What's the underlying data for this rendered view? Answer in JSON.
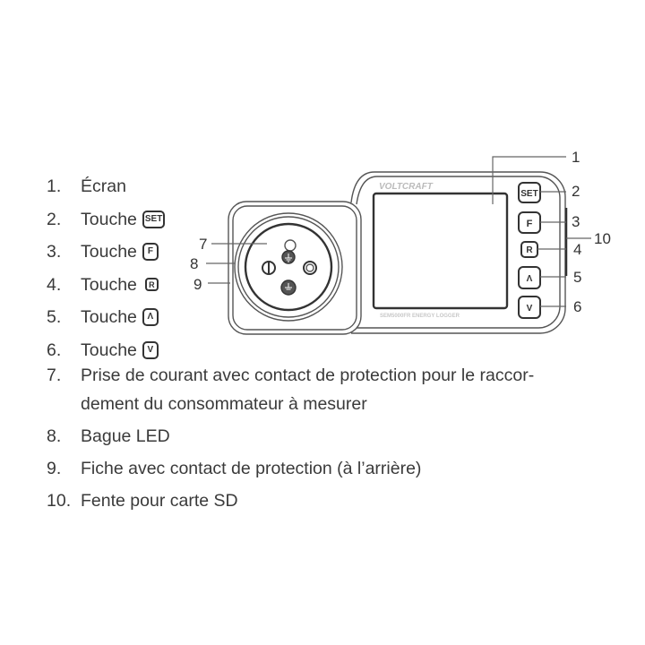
{
  "legend": {
    "items": [
      {
        "num": "1.",
        "label": "Écran"
      },
      {
        "num": "2.",
        "label": "Touche",
        "key": "SET"
      },
      {
        "num": "3.",
        "label": "Touche",
        "key": "F"
      },
      {
        "num": "4.",
        "label": "Touche",
        "key": "R"
      },
      {
        "num": "5.",
        "label": "Touche",
        "key": "Λ"
      },
      {
        "num": "6.",
        "label": "Touche",
        "key": "V"
      }
    ],
    "long_items": [
      {
        "num": "7.",
        "label": "Prise de courant avec contact de protection pour le raccor-",
        "label2": "dement du consommateur à mesurer"
      },
      {
        "num": "8.",
        "label": "Bague LED"
      },
      {
        "num": "9.",
        "label": "Fiche avec contact de protection (à l’arrière)"
      },
      {
        "num": "10.",
        "label": "Fente pour carte SD"
      }
    ]
  },
  "device": {
    "brand": "VOLTCRAFT",
    "model": "SEM5000FR ENERGY LOGGER",
    "buttons": [
      "SET",
      "F",
      "R",
      "Λ",
      "V"
    ]
  },
  "callouts": {
    "c1": "1",
    "c2": "2",
    "c3": "3",
    "c4": "4",
    "c5": "5",
    "c6": "6",
    "c7": "7",
    "c8": "8",
    "c9": "9",
    "c10": "10"
  }
}
